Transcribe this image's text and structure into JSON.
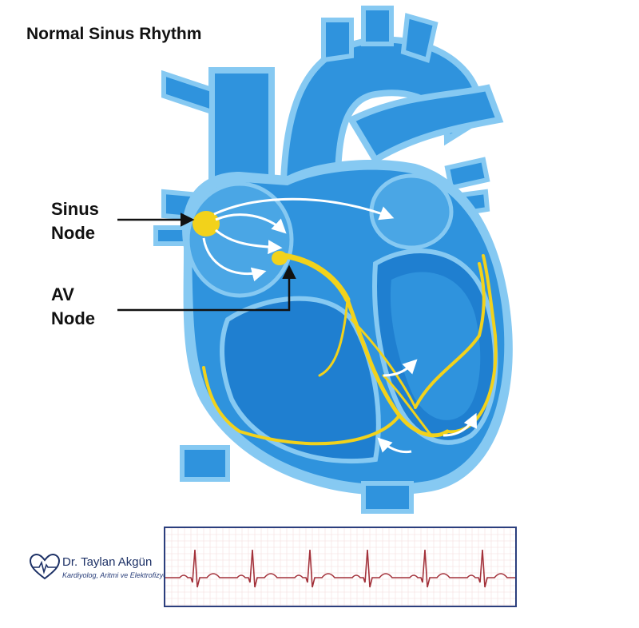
{
  "title": "Normal Sinus Rhythm",
  "labels": {
    "sinus_line1": "Sinus",
    "sinus_line2": "Node",
    "av_line1": "AV",
    "av_line2": "Node"
  },
  "logo": {
    "name": "Dr. Taylan Akgün",
    "subtitle": "Kardiyolog, Aritmi ve Elektrofizyoloji"
  },
  "colors": {
    "heart_dark": "#1f7fd0",
    "heart_mid": "#2f93dd",
    "heart_light": "#86c9f2",
    "conduction": "#f2d21b",
    "ecg_trace": "#a3313a",
    "ecg_border": "#2b3f7e",
    "ecg_grid": "#f3dede"
  },
  "ecg": {
    "beats": 6
  }
}
